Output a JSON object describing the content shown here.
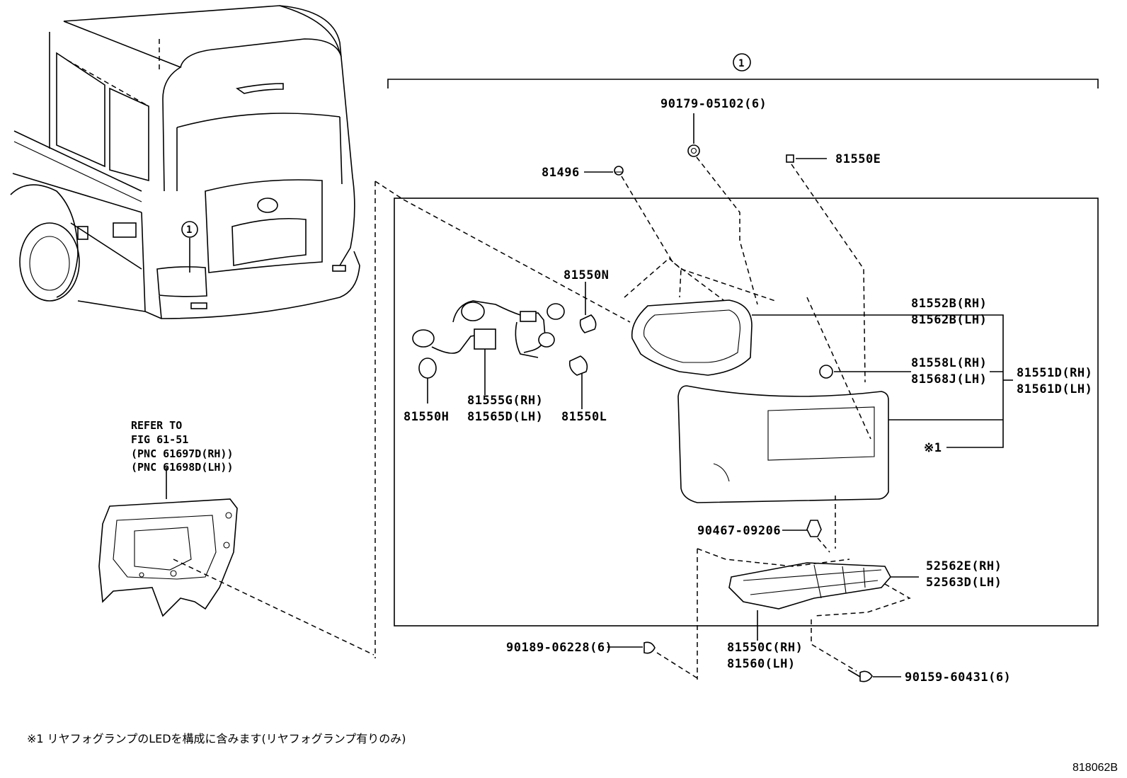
{
  "diagram": {
    "callout_number": "1",
    "vehicle_callout": "1",
    "labels": {
      "p90179": "90179-05102(6)",
      "p81496": "81496",
      "p81550E": "81550E",
      "p81550N": "81550N",
      "p81552B": "81552B(RH)",
      "p81562B": "81562B(LH)",
      "p81558L": "81558L(RH)",
      "p81568J": "81568J(LH)",
      "p81551D": "81551D(RH)",
      "p81561D": "81561D(LH)",
      "note_ref": "※1",
      "p81555G": "81555G(RH)",
      "p81565D": "81565D(LH)",
      "p81550H": "81550H",
      "p81550L": "81550L",
      "p90467": "90467-09206",
      "p52562E": "52562E(RH)",
      "p52563D": "52563D(LH)",
      "p90189": "90189-06228(6)",
      "p81550C": "81550C(RH)",
      "p81560": "81560(LH)",
      "p90159": "90159-60431(6)"
    },
    "refer": {
      "line1": "REFER TO",
      "line2": "FIG 61-51",
      "line3": "(PNC 61697D(RH))",
      "line4": "(PNC 61698D(LH))"
    },
    "footnote": "※1  リヤフォグランプのLEDを構成に含みます(リヤフォグランプ有りのみ)",
    "figure_code": "818062B"
  }
}
